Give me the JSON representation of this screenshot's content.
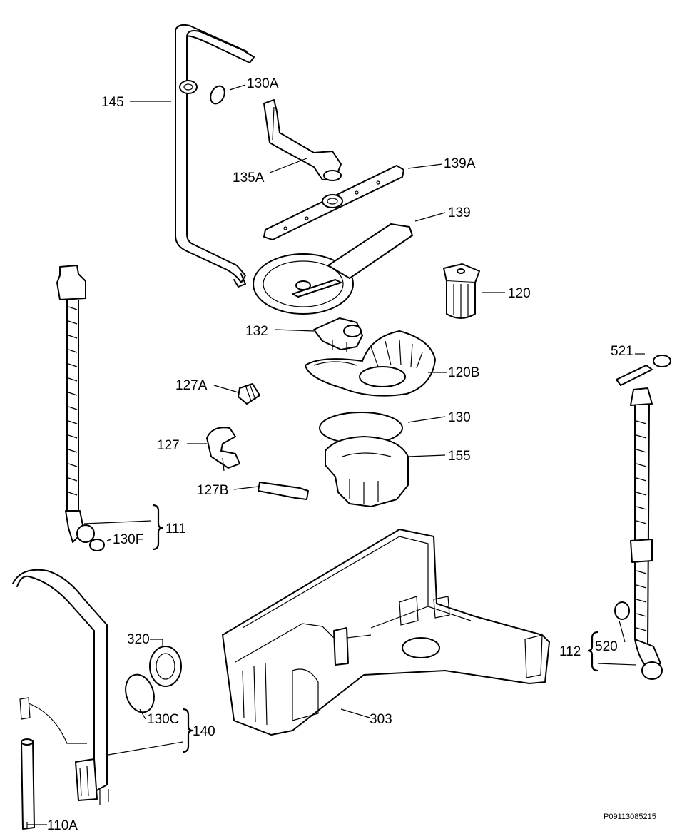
{
  "diagram": {
    "labels": {
      "l145": "145",
      "l130A": "130A",
      "l135A": "135A",
      "l139A": "139A",
      "l139": "139",
      "l120": "120",
      "l132": "132",
      "l120B": "120B",
      "l127A": "127A",
      "l130": "130",
      "l127": "127",
      "l155": "155",
      "l127B": "127B",
      "l130F": "130F",
      "l111": "111",
      "l521": "521",
      "l320": "320",
      "l130C": "130C",
      "l140": "140",
      "l303": "303",
      "l112": "112",
      "l520": "520",
      "l110A": "110A"
    },
    "drawing_code": "P09113085215"
  }
}
